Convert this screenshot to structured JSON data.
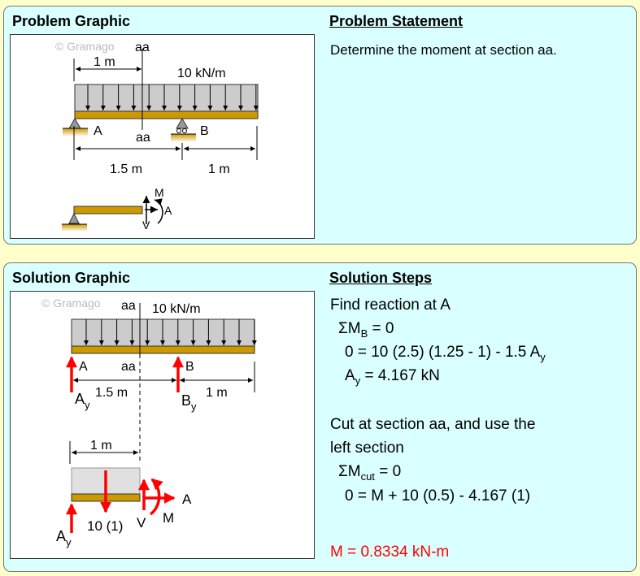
{
  "problem": {
    "graphic_title": "Problem Graphic",
    "statement_title": "Problem Statement",
    "statement": "Determine the moment at section aa.",
    "diagram": {
      "watermark": "© Gramago",
      "section_label": "aa",
      "load": "10 kN/m",
      "dim_cut": "1 m",
      "dim_ab": "1.5 m",
      "dim_overhang": "1 m",
      "support_a": "A",
      "support_b": "B",
      "fbd_m": "M",
      "fbd_a": "A",
      "fbd_v": "V"
    }
  },
  "solution": {
    "graphic_title": "Solution Graphic",
    "steps_title": "Solution Steps",
    "diagram": {
      "watermark": "© Gramago",
      "section_label": "aa",
      "load": "10 kN/m",
      "support_a": "A",
      "support_b": "B",
      "dim_ab": "1.5 m",
      "dim_overhang": "1 m",
      "ay": "A",
      "ay_sub": "y",
      "by": "B",
      "by_sub": "y",
      "dim_cut": "1 m",
      "resultant": "10 (1)",
      "fbd_v": "V",
      "fbd_m": "M",
      "fbd_a": "A",
      "ay2": "A",
      "ay2_sub": "y"
    },
    "steps": {
      "s1": "Find reaction at A",
      "s2a": "ΣM",
      "s2b": "B",
      "s2c": " = 0",
      "s3a": "0 = 10 (2.5) (1.25 - 1) - 1.5 A",
      "s3b": "y",
      "s4a": "A",
      "s4b": "y",
      "s4c": " = 4.167 kN",
      "s5": "Cut at section aa, and use the",
      "s6": "left section",
      "s7a": "ΣM",
      "s7b": "cut",
      "s7c": " = 0",
      "s8": "0 = M + 10 (0.5) - 4.167 (1)",
      "answer": "M = 0.8334 kN-m"
    }
  },
  "colors": {
    "background": "#ffffcc",
    "panel": "#d9ffff",
    "beam": "#cc9900",
    "load": "#cccccc",
    "force": "#ff0000",
    "answer": "#ff0000"
  }
}
